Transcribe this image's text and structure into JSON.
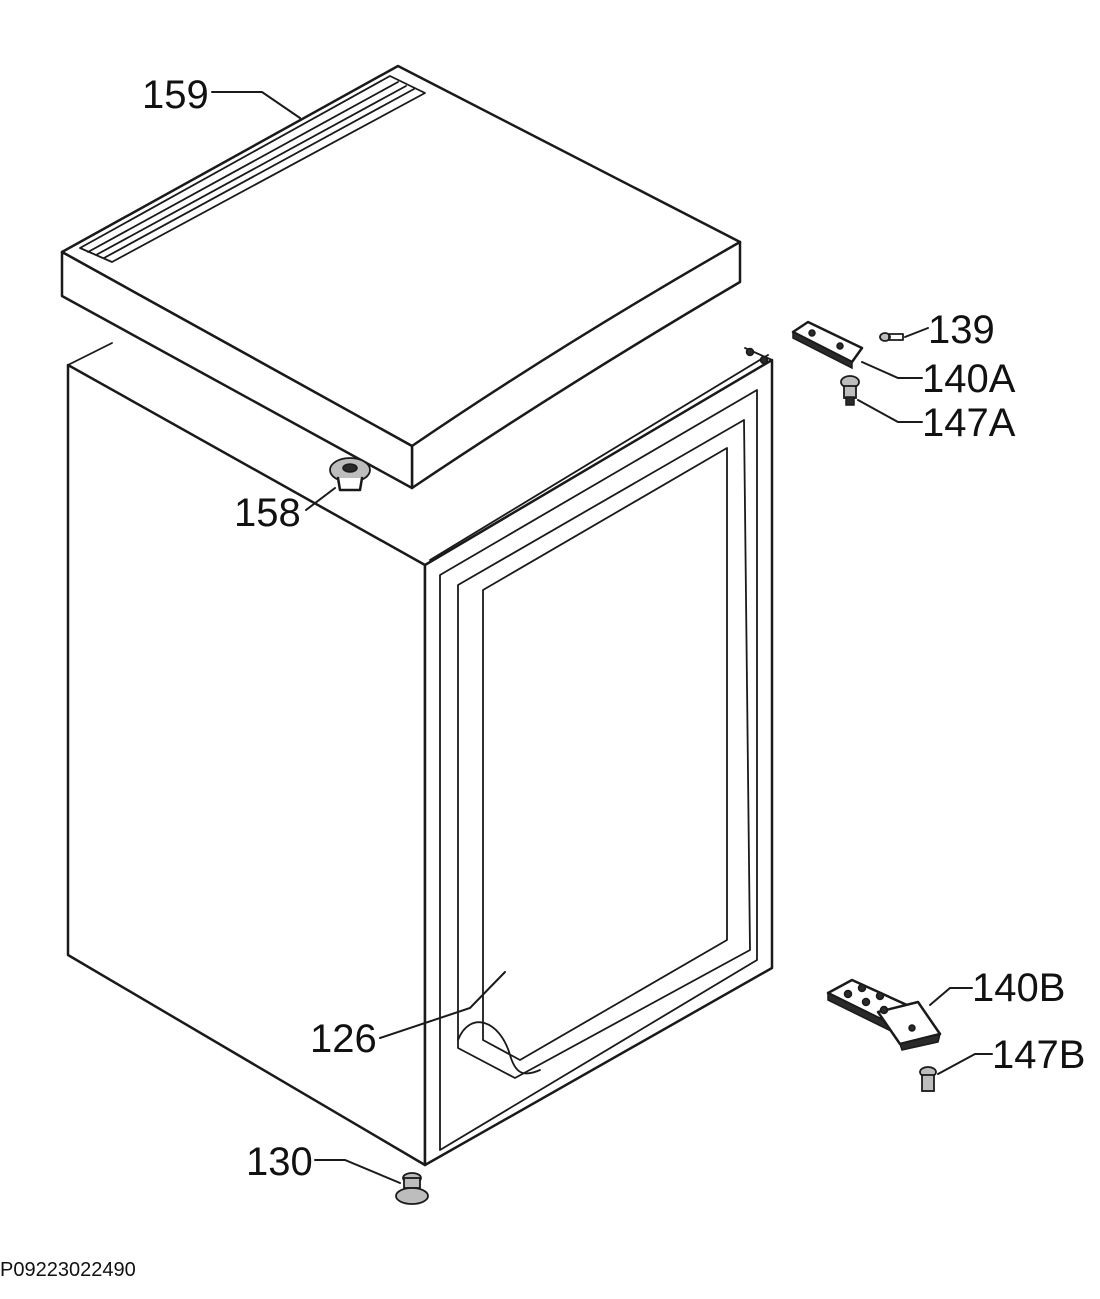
{
  "parts": {
    "p159": "159",
    "p158": "158",
    "p139": "139",
    "p140A": "140A",
    "p147A": "147A",
    "p126": "126",
    "p140B": "140B",
    "p147B": "147B",
    "p130": "130"
  },
  "drawing_code": "P09223022490"
}
